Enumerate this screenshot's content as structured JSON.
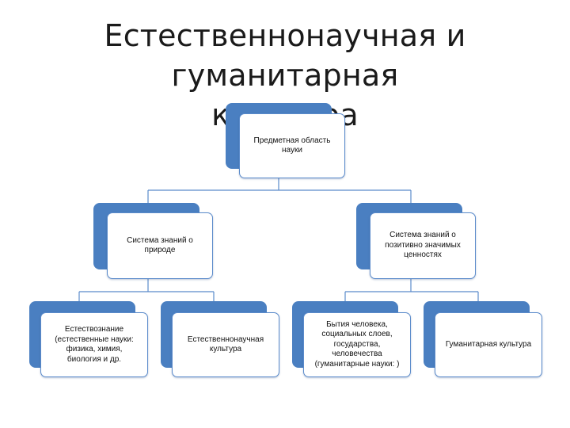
{
  "title": {
    "line1": "Естественнонаучная и гуманитарная",
    "line2": "культура"
  },
  "colors": {
    "box_back": "#4a7fc1",
    "box_border": "#5b8bcb",
    "connector": "#5b8bcb"
  },
  "nodes": {
    "root": {
      "line1": "Предметная область",
      "line2": "науки"
    },
    "nature": {
      "line1": "Система знаний о",
      "line2": "природе"
    },
    "values": {
      "line1": "Система знаний о",
      "line2": "позитивно значимых",
      "line3": "ценностях"
    },
    "natural_science": {
      "line1": "Естествознание",
      "line2": "(естественные науки:",
      "line3": "физика, химия,",
      "line4": "биология и др."
    },
    "natsci_culture": {
      "line1": "Естественнонаучная",
      "line2": "культура"
    },
    "humanities": {
      "line1": "Бытия человека,",
      "line2": "социальных слоев,",
      "line3": "государства,",
      "line4": "человечества",
      "line5": "(гуманитарные науки: )"
    },
    "hum_culture": {
      "line1": "Гуманитарная культура"
    }
  }
}
